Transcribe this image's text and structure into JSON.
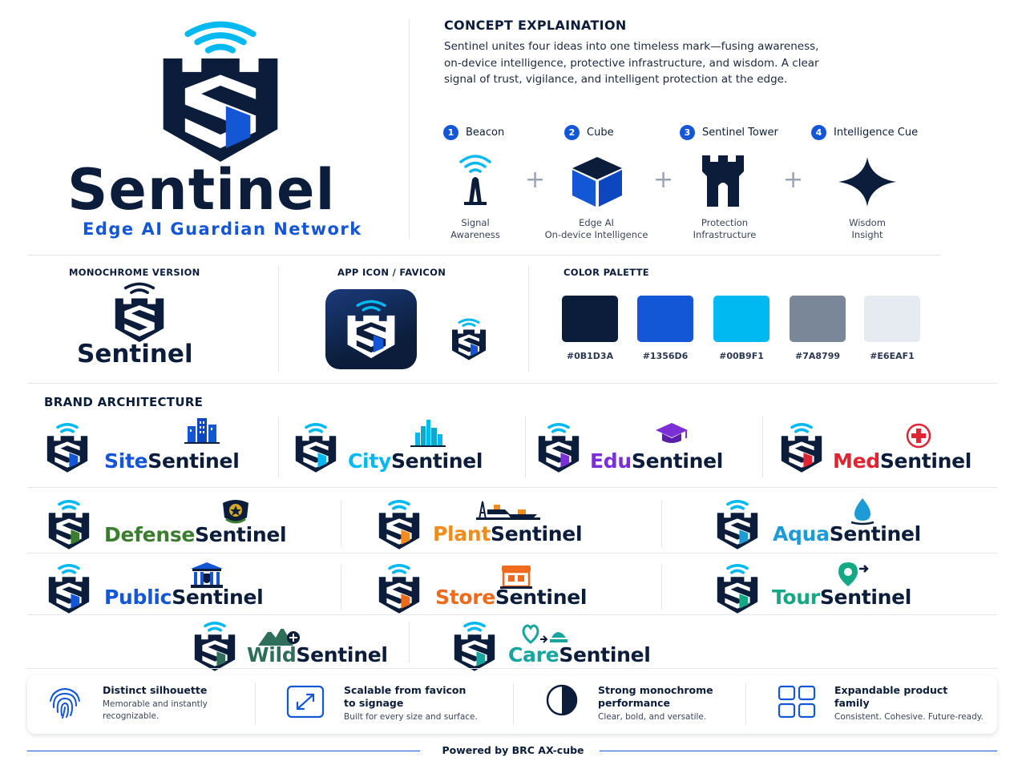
{
  "hero": {
    "wordmark": "Sentinel",
    "tagline": "Edge AI Guardian Network"
  },
  "concept": {
    "title": "CONCEPT EXPLAINATION",
    "body": "Sentinel unites four ideas into one timeless mark—fusing awareness, on-device intelligence, protective infrastructure, and wisdom. A clear signal of trust, vigilance, and intelligent protection at the edge.",
    "steps": [
      {
        "num": "1",
        "label": "Beacon",
        "caption1": "Signal",
        "caption2": "Awareness"
      },
      {
        "num": "2",
        "label": "Cube",
        "caption1": "Edge AI",
        "caption2": "On-device Intelligence"
      },
      {
        "num": "3",
        "label": "Sentinel Tower",
        "caption1": "Protection",
        "caption2": "Infrastructure"
      },
      {
        "num": "4",
        "label": "Intelligence Cue",
        "caption1": "Wisdom",
        "caption2": "Insight"
      }
    ],
    "plus": "+"
  },
  "monochrome": {
    "label": "MONOCHROME VERSION",
    "wordmark": "Sentinel"
  },
  "app_icon": {
    "label": "APP ICON / FAVICON"
  },
  "palette": {
    "label": "COLOR PALETTE",
    "colors": [
      "#0B1D3A",
      "#1356D6",
      "#00B9F1",
      "#7A8799",
      "#E6EAF1"
    ]
  },
  "architecture": {
    "title": "BRAND ARCHITECTURE",
    "suffix": "Sentinel",
    "brands": [
      {
        "prefix": "Site",
        "color": "#1356D6",
        "icon": "buildings-icon"
      },
      {
        "prefix": "City",
        "color": "#00B9F1",
        "icon": "skyline-icon"
      },
      {
        "prefix": "Edu",
        "color": "#7B2FD6",
        "icon": "graduation-cap-icon"
      },
      {
        "prefix": "Med",
        "color": "#E12432",
        "icon": "medical-cross-icon"
      },
      {
        "prefix": "Defense",
        "color": "#3B7D2E",
        "icon": "military-badge-icon"
      },
      {
        "prefix": "Plant",
        "color": "#F28B1E",
        "icon": "plant-ship-icon"
      },
      {
        "prefix": "Aqua",
        "color": "#1E9AD6",
        "icon": "water-drop-icon"
      },
      {
        "prefix": "Public",
        "color": "#1356D6",
        "icon": "government-building-icon"
      },
      {
        "prefix": "Store",
        "color": "#F06A1E",
        "icon": "storefront-icon"
      },
      {
        "prefix": "Tour",
        "color": "#14A884",
        "icon": "location-pin-icon"
      },
      {
        "prefix": "Wild",
        "color": "#2E6E5A",
        "icon": "mountain-icon"
      },
      {
        "prefix": "Care",
        "color": "#18A5A0",
        "icon": "heart-hand-icon"
      }
    ]
  },
  "features": [
    {
      "title1": "Distinct silhouette",
      "title2": "",
      "sub1": "Memorable and instantly",
      "sub2": "recognizable.",
      "icon": "fingerprint-icon"
    },
    {
      "title1": "Scalable from favicon",
      "title2": "to signage",
      "sub1": "Built for every size and surface.",
      "sub2": "",
      "icon": "expand-icon"
    },
    {
      "title1": "Strong monochrome",
      "title2": "performance",
      "sub1": "Clear, bold, and versatile.",
      "sub2": "",
      "icon": "contrast-icon"
    },
    {
      "title1": "Expandable product",
      "title2": "family",
      "sub1": "Consistent. Cohesive. Future-ready.",
      "sub2": "",
      "icon": "grid-icon"
    }
  ],
  "footer": {
    "text": "Powered by BRC AX-cube"
  }
}
